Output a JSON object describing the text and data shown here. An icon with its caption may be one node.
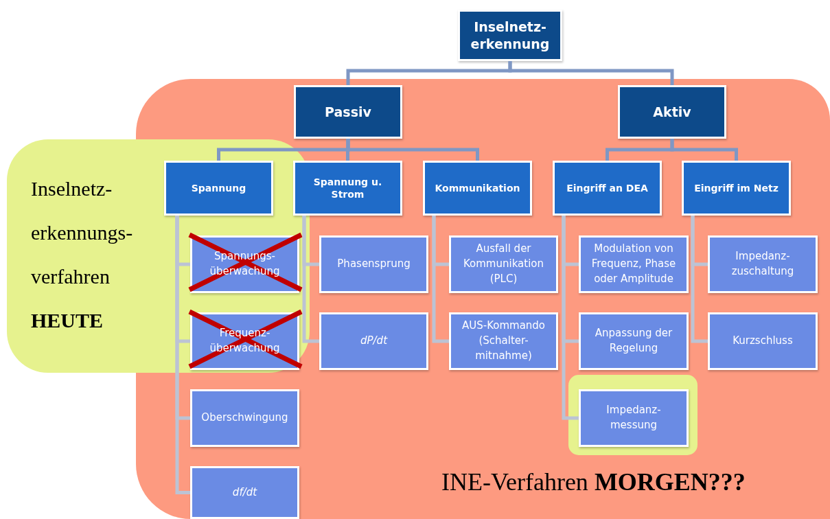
{
  "diagram": {
    "nodes": [
      {
        "text": [
          "Inselnetz- erkennung"
        ]
      },
      {
        "text": [
          "Passiv"
        ]
      },
      {
        "text": [
          "Aktiv"
        ]
      },
      {
        "text": [
          "Spannung"
        ]
      },
      {
        "text": [
          "Spannung u. Strom"
        ]
      },
      {
        "text": [
          "Kommunikation"
        ]
      },
      {
        "text": [
          "Eingriff an DEA"
        ]
      },
      {
        "text": [
          "Eingriff im Netz"
        ]
      },
      {
        "text": [
          "Spannungs- überwachung"
        ]
      },
      {
        "text": [
          "Frequenz- überwachung"
        ]
      },
      {
        "text": [
          "Oberschwingung"
        ]
      },
      {
        "text": [
          "df/dt"
        ]
      },
      {
        "text": [
          "Phasensprung"
        ]
      },
      {
        "text": [
          "dP/dt"
        ]
      },
      {
        "text": [
          "Ausfall der Kommunikation (PLC)"
        ]
      },
      {
        "text": [
          "AUS-Kommando (Schalter- mitnahme)"
        ]
      },
      {
        "text": [
          "Modulation von Frequenz, Phase oder Amplitude"
        ]
      },
      {
        "text": [
          "Anpassung der Regelung"
        ]
      },
      {
        "text": [
          "Impedanz- messung"
        ]
      },
      {
        "text": [
          "Impedanz- zuschaltung"
        ]
      },
      {
        "text": [
          "Kurzschluss"
        ]
      }
    ],
    "edges": [
      {
        "from": 0,
        "to": 1,
        "arrow": "none",
        "color": "#7f97c4"
      },
      {
        "from": 0,
        "to": 2,
        "arrow": "none",
        "color": "#7f97c4"
      },
      {
        "from": 1,
        "to": 3,
        "arrow": "none",
        "color": "#7f97c4"
      },
      {
        "from": 1,
        "to": 4,
        "arrow": "none",
        "color": "#7f97c4"
      },
      {
        "from": 1,
        "to": 5,
        "arrow": "none",
        "color": "#7f97c4"
      },
      {
        "from": 2,
        "to": 6,
        "arrow": "none",
        "color": "#7f97c4"
      },
      {
        "from": 2,
        "to": 7,
        "arrow": "none",
        "color": "#7f97c4"
      },
      {
        "from": 3,
        "to": 8,
        "arrow": "none"
      },
      {
        "from": 3,
        "to": 9,
        "arrow": "none"
      },
      {
        "from": 3,
        "to": 10,
        "arrow": "none"
      },
      {
        "from": 3,
        "to": 11,
        "arrow": "none"
      },
      {
        "from": 4,
        "to": 12,
        "arrow": "none"
      },
      {
        "from": 4,
        "to": 13,
        "arrow": "none"
      },
      {
        "from": 5,
        "to": 14,
        "arrow": "none"
      },
      {
        "from": 5,
        "to": 15,
        "arrow": "none"
      },
      {
        "from": 6,
        "to": 16,
        "arrow": "none"
      },
      {
        "from": 6,
        "to": 17,
        "arrow": "none"
      },
      {
        "from": 6,
        "to": 18,
        "arrow": "none"
      },
      {
        "from": 7,
        "to": 19,
        "arrow": "none"
      },
      {
        "from": 7,
        "to": 20,
        "arrow": "none"
      }
    ],
    "labels": [
      "Inselnetz- erkennungs- verfahren **HEUTE**",
      "INE-Verfahren **MORGEN???**"
    ]
  }
}
